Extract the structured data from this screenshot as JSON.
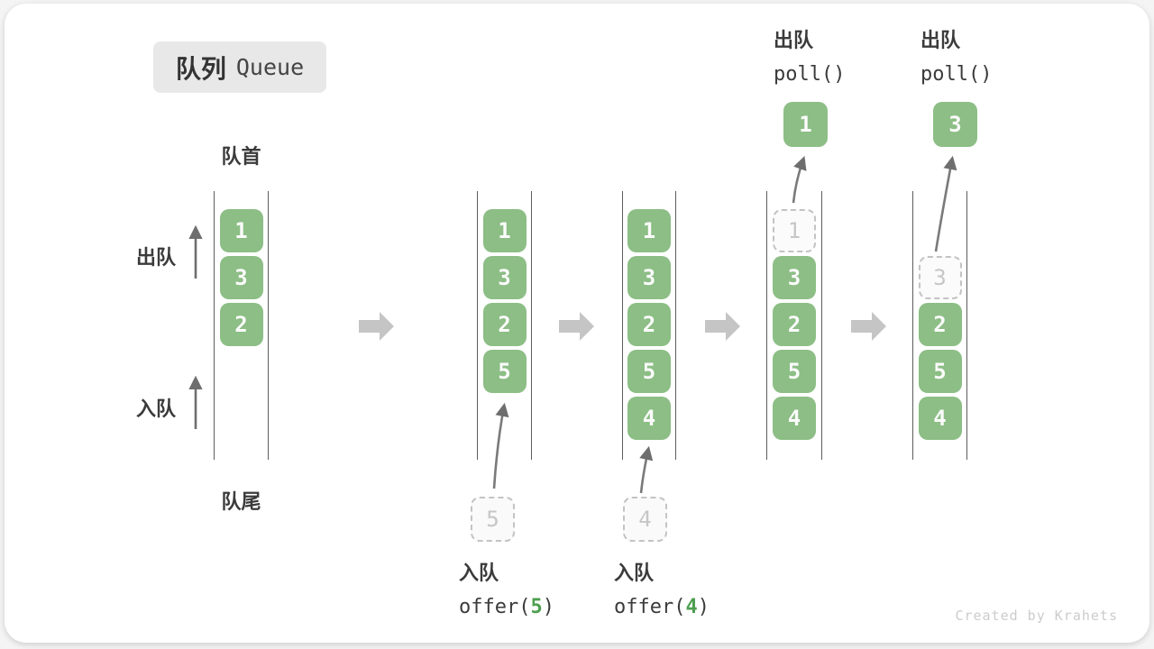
{
  "badge": {
    "title_zh": "队列",
    "title_en": "Queue"
  },
  "labels": {
    "front": "队首",
    "rear": "队尾",
    "dequeue_side": "出队",
    "enqueue_side": "入队"
  },
  "operations": [
    {
      "zh": "入队",
      "code_prefix": "offer(",
      "arg": "5",
      "code_suffix": ")"
    },
    {
      "zh": "入队",
      "code_prefix": "offer(",
      "arg": "4",
      "code_suffix": ")"
    },
    {
      "zh": "出队",
      "code": "poll()"
    },
    {
      "zh": "出队",
      "code": "poll()"
    }
  ],
  "states": [
    {
      "name": "initial-queue",
      "cells": [
        {
          "v": "1",
          "style": "solid",
          "slot": 0
        },
        {
          "v": "3",
          "style": "solid",
          "slot": 1
        },
        {
          "v": "2",
          "style": "solid",
          "slot": 2
        }
      ]
    },
    {
      "name": "after-offer-5",
      "cells": [
        {
          "v": "1",
          "style": "solid",
          "slot": 0
        },
        {
          "v": "3",
          "style": "solid",
          "slot": 1
        },
        {
          "v": "2",
          "style": "solid",
          "slot": 2
        },
        {
          "v": "5",
          "style": "solid",
          "slot": 3
        }
      ]
    },
    {
      "name": "after-offer-4",
      "cells": [
        {
          "v": "1",
          "style": "solid",
          "slot": 0
        },
        {
          "v": "3",
          "style": "solid",
          "slot": 1
        },
        {
          "v": "2",
          "style": "solid",
          "slot": 2
        },
        {
          "v": "5",
          "style": "solid",
          "slot": 3
        },
        {
          "v": "4",
          "style": "solid",
          "slot": 4
        }
      ]
    },
    {
      "name": "after-poll-1",
      "cells": [
        {
          "v": "1",
          "style": "dashed",
          "slot": 0
        },
        {
          "v": "3",
          "style": "solid",
          "slot": 1
        },
        {
          "v": "2",
          "style": "solid",
          "slot": 2
        },
        {
          "v": "5",
          "style": "solid",
          "slot": 3
        },
        {
          "v": "4",
          "style": "solid",
          "slot": 4
        }
      ]
    },
    {
      "name": "after-poll-3",
      "cells": [
        {
          "v": "3",
          "style": "dashed",
          "slot": 1
        },
        {
          "v": "2",
          "style": "solid",
          "slot": 2
        },
        {
          "v": "5",
          "style": "solid",
          "slot": 3
        },
        {
          "v": "4",
          "style": "solid",
          "slot": 4
        }
      ]
    }
  ],
  "enqueue_inputs": [
    {
      "v": "5"
    },
    {
      "v": "4"
    }
  ],
  "dequeue_outputs": [
    {
      "v": "1"
    },
    {
      "v": "3"
    }
  ],
  "watermark": "Created by Krahets",
  "colors": {
    "cell_green": "#8cbe85",
    "code_arg_green": "#4e9f50",
    "wall_gray": "#5d5d5d",
    "block_arrow_gray": "#c5c5c5",
    "dashed_gray": "#c3c3c3"
  }
}
